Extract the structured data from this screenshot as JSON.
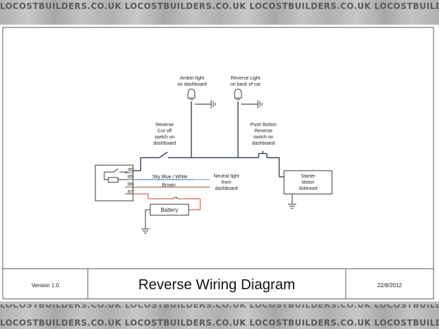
{
  "watermark": "LOCOSTBUILDERS.CO.UK",
  "labels": {
    "amber_light": [
      "Amber light",
      "on dashboard"
    ],
    "reverse_light": [
      "Reverse Light",
      "on back of car"
    ],
    "reverse_cutoff_switch": [
      "Reverse",
      "Cut off",
      "switch on",
      "dashboard"
    ],
    "push_button_switch": [
      "Push Button",
      "Reverse",
      "switch on",
      "dashboard"
    ],
    "neutral_light": [
      "Neutral light",
      "from",
      "dashboard"
    ],
    "starter_solenoid": [
      "Starter",
      "Motor",
      "Solenoid"
    ],
    "battery": "Battery",
    "wire_sky_blue_white": "Sky Blue / White",
    "wire_brown": "Brown",
    "relay_pins": [
      "30",
      "85",
      "86",
      "87"
    ]
  },
  "title_block": {
    "version": "Version 1.0",
    "title": "Reverse Wiring Diagram",
    "date": "22/8/2012"
  },
  "colors": {
    "wire_main": "#0d1f3a",
    "wire_blue": "#3a5fb0",
    "wire_brown": "#8b4513",
    "wire_red": "#c83a3a",
    "outline": "#333333"
  }
}
